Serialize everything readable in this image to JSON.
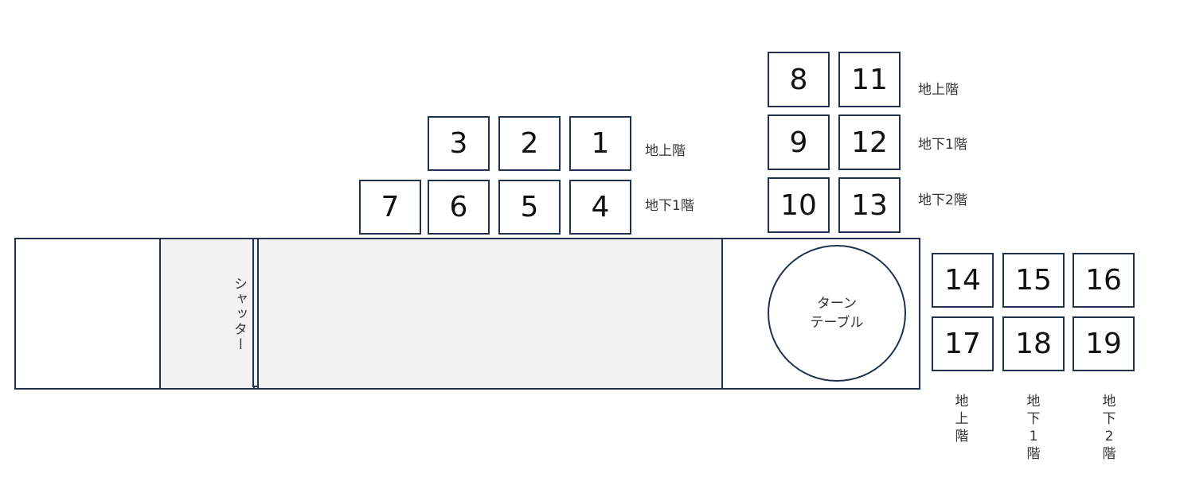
{
  "slots": {
    "s1": "1",
    "s2": "2",
    "s3": "3",
    "s4": "4",
    "s5": "5",
    "s6": "6",
    "s7": "7",
    "s8": "8",
    "s9": "9",
    "s10": "10",
    "s11": "11",
    "s12": "12",
    "s13": "13",
    "s14": "14",
    "s15": "15",
    "s16": "16",
    "s17": "17",
    "s18": "18",
    "s19": "19"
  },
  "labels": {
    "left_ground": "地上階",
    "left_b1": "地下1階",
    "right_ground": "地上階",
    "right_b1": "地下1階",
    "right_b2": "地下2階",
    "v_ground": "地上階",
    "v_b1": "地下1階",
    "v_b2": "地下2階"
  },
  "shutter": "シャッター",
  "turntable": {
    "line1": "ターン",
    "line2": "テーブル"
  }
}
